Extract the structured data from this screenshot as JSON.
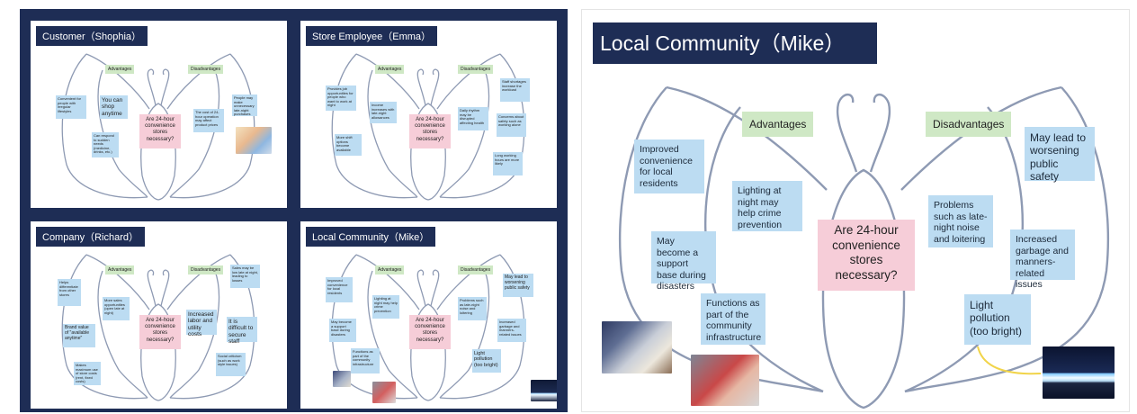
{
  "slides": {
    "customer": {
      "title": "Customer（Shophia）",
      "advantages": "Advantages",
      "disadvantages": "Disadvantages",
      "center": "Are 24-hour convenience stores necessary?",
      "notes": [
        "Convenient for people with irregular lifestyles",
        "You can shop anytime",
        "Can respond to sudden needs (medicine, drinks, etc.)",
        "The cost of 24-hour operation may affect product prices",
        "People may make unnecessary late-night purchases"
      ]
    },
    "employee": {
      "title": "Store Employee（Emma）",
      "advantages": "Advantages",
      "disadvantages": "Disadvantages",
      "center": "Are 24-hour convenience stores necessary?",
      "notes": [
        "Provides job opportunities for people who want to work at night",
        "Income increases with late-night allowances",
        "More shift options become available",
        "Daily rhythm may be disrupted affecting health",
        "Staff shortages increase the workload",
        "Concerns about safety such as working alone",
        "Long working hours are more likely"
      ]
    },
    "company": {
      "title": "Company（Richard）",
      "advantages": "Advantages",
      "disadvantages": "Disadvantages",
      "center": "Are 24-hour convenience stores necessary?",
      "notes": [
        "Helps differentiate from other stores",
        "More sales opportunities (open late at night)",
        "Brand value of \"available anytime\"",
        "Makes maximum use of store costs (rent, fixed costs)",
        "Increased labor and utility costs",
        "Sales may be low late at night, leading to losses",
        "It is difficult to secure staff",
        "Social criticism (such as work style issues)"
      ]
    },
    "community_small": {
      "title": "Local Community（Mike）",
      "advantages": "Advantages",
      "disadvantages": "Disadvantages",
      "center": "Are 24-hour convenience stores necessary?",
      "notes": [
        "Improved convenience for local residents",
        "May become a support base during disasters",
        "Lighting at night may help crime prevention",
        "Functions as part of the community infrastructure",
        "Problems such as late-night noise and loitering",
        "May lead to worsening public safety",
        "Increased garbage and manners-related issues",
        "Light pollution (too bright)"
      ]
    }
  },
  "main": {
    "title": "Local Community（Mike）",
    "advantages": "Advantages",
    "disadvantages": "Disadvantages",
    "center": "Are 24-hour convenience stores necessary?",
    "notes": {
      "improved": "Improved convenience for local residents",
      "support": "May become a support base during disasters",
      "lighting": "Lighting at night may help crime prevention",
      "functions": "Functions as part of the community infrastructure",
      "problems": "Problems such as late-night noise and loitering",
      "worsening": "May lead to worsening public safety",
      "garbage": "Increased garbage and manners-related issues",
      "light_pollution": "Light pollution (too bright)"
    }
  },
  "colors": {
    "navy": "#1e2d55",
    "note_blue": "#bcdcf2",
    "tag_green": "#cfe8c5",
    "center_pink": "#f6cdd8",
    "outline": "#8e9ab3"
  }
}
